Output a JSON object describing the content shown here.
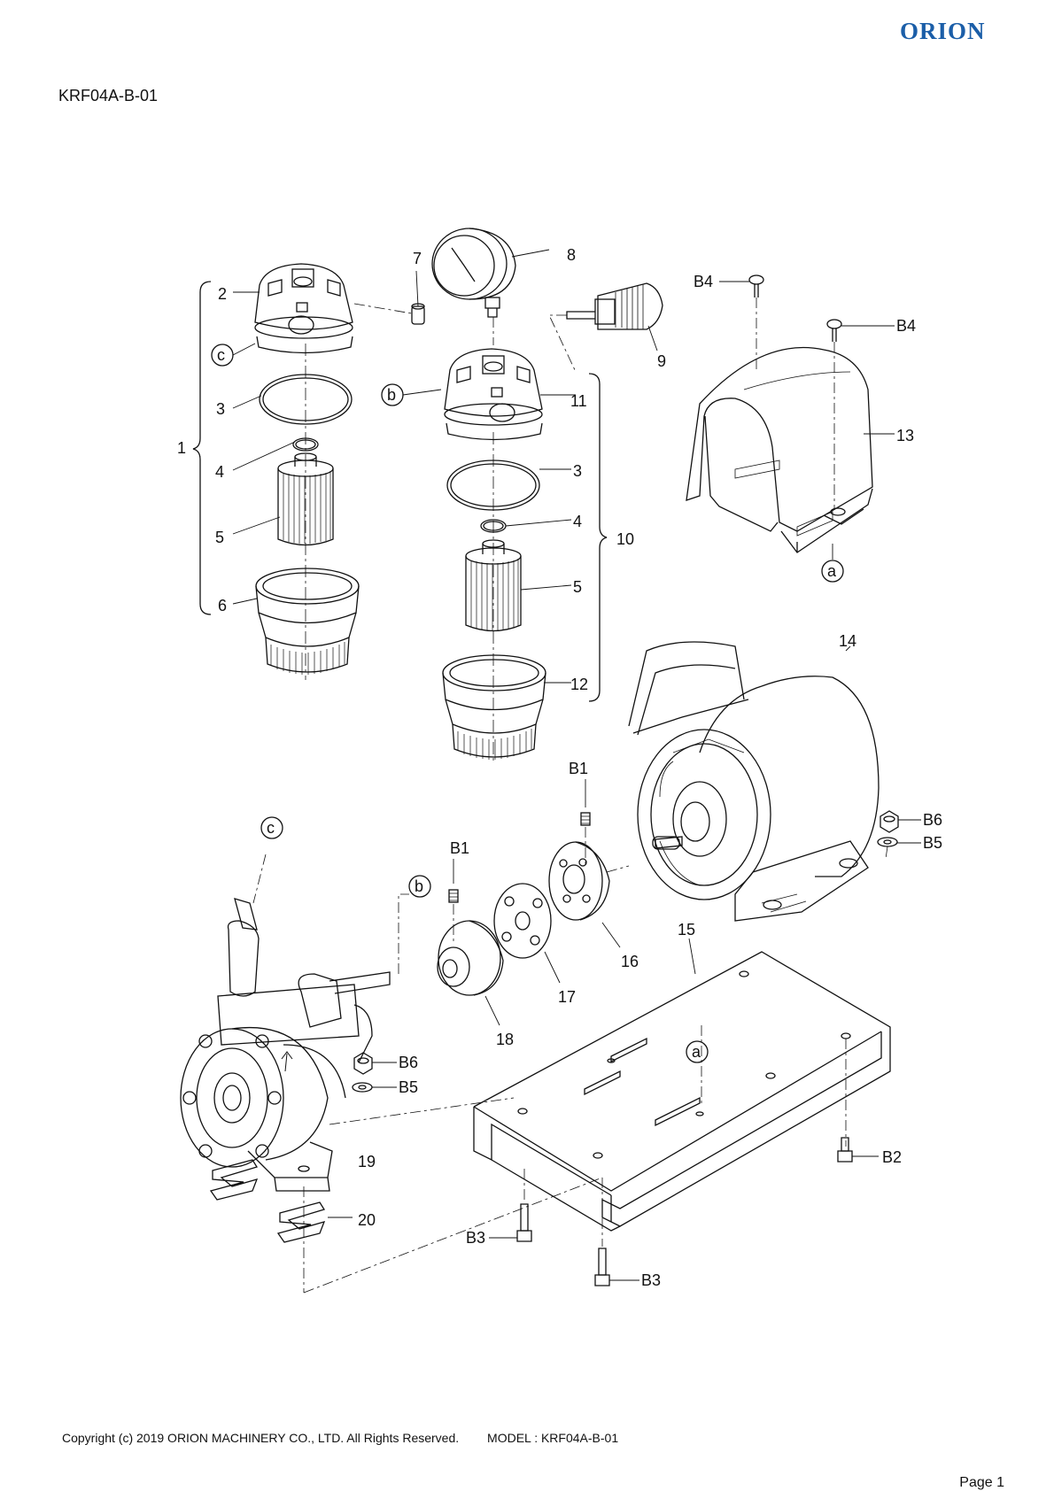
{
  "brand": {
    "logo_text": "ORION"
  },
  "document": {
    "code": "KRF04A-B-01"
  },
  "callouts": {
    "n1": "1",
    "n2": "2",
    "n3a": "3",
    "n3b": "3",
    "n4a": "4",
    "n4b": "4",
    "n5a": "5",
    "n5b": "5",
    "n6": "6",
    "n7": "7",
    "n8": "8",
    "n9": "9",
    "n10": "10",
    "n11": "11",
    "n12": "12",
    "n13": "13",
    "n14": "14",
    "n15": "15",
    "n16": "16",
    "n17": "17",
    "n18": "18",
    "n19": "19",
    "n20": "20",
    "b1a": "B1",
    "b1b": "B1",
    "b2": "B2",
    "b3a": "B3",
    "b3b": "B3",
    "b4a": "B4",
    "b4b": "B4",
    "b5a": "B5",
    "b5b": "B5",
    "b6a": "B6",
    "b6b": "B6"
  },
  "connection_marks": {
    "a1": "a",
    "a2": "a",
    "b1": "b",
    "b2": "b",
    "c1": "c",
    "c2": "c"
  },
  "footer": {
    "copyright": "Copyright (c) 2019 ORION MACHINERY CO., LTD. All Rights Reserved.",
    "model": "MODEL : KRF04A-B-01",
    "page": "Page 1"
  },
  "colors": {
    "brand": "#1b5ea8",
    "line": "#111111"
  }
}
